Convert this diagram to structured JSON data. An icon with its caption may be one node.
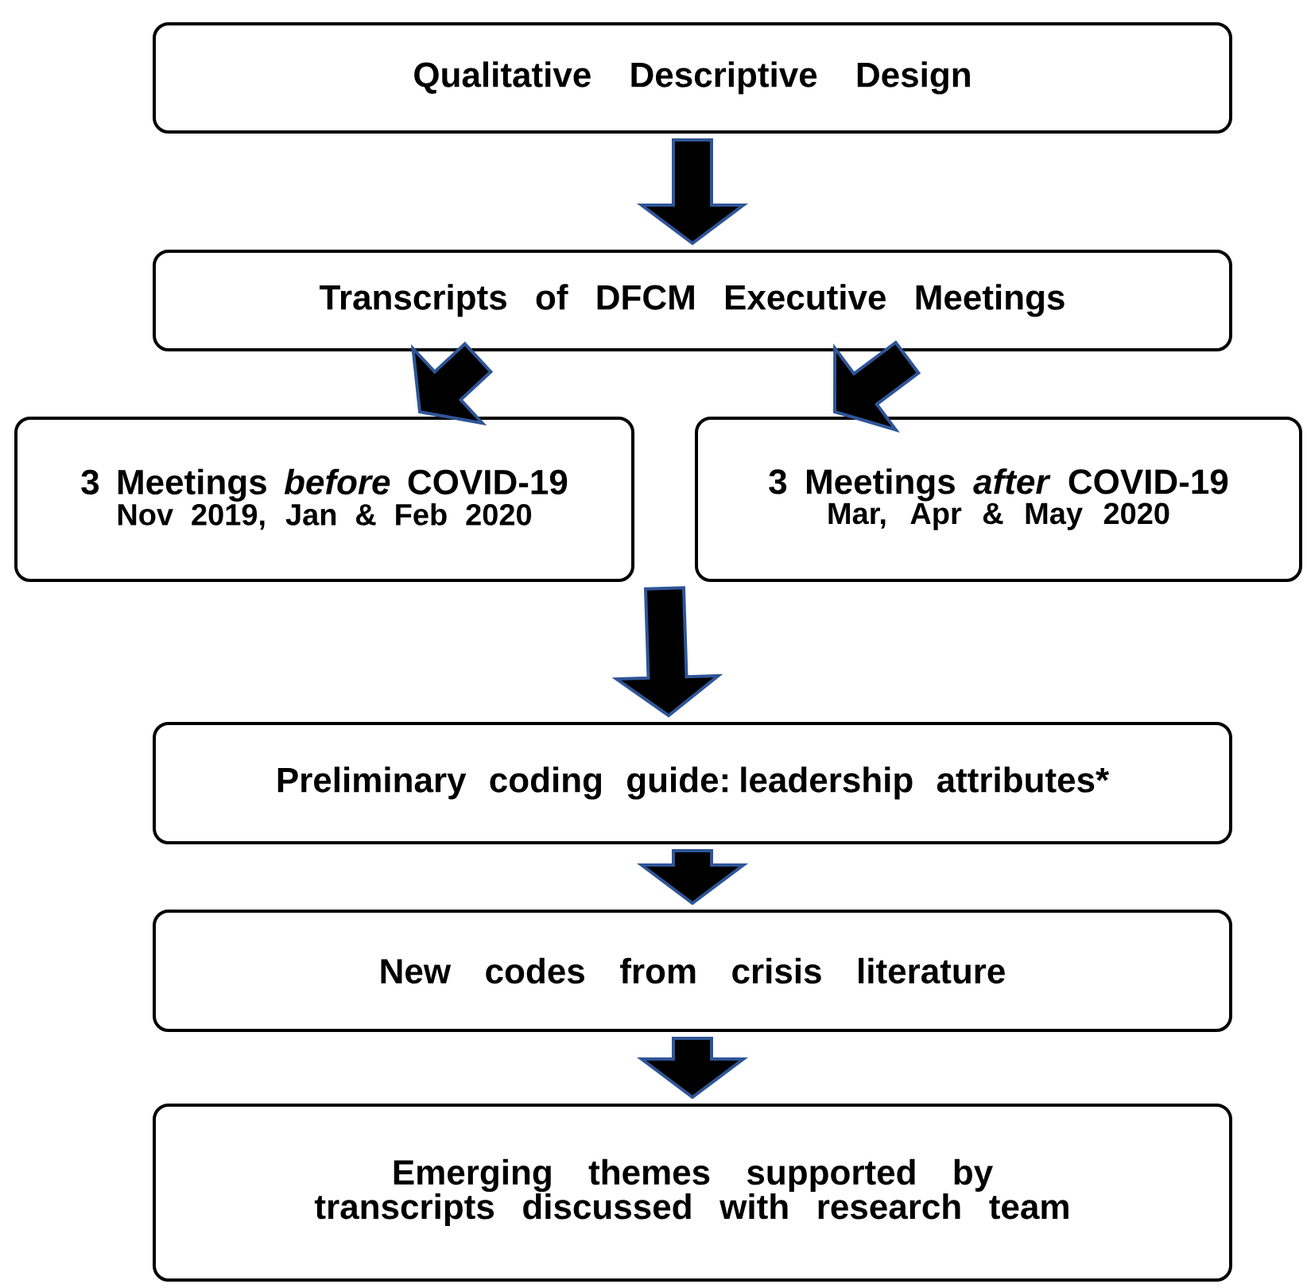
{
  "diagram": {
    "nodes": [
      {
        "text": [
          "Qualitative Descriptive Design"
        ]
      },
      {
        "text": [
          "Transcripts of DFCM Executive Meetings"
        ]
      },
      {
        "text": [
          "3 Meetings *before* COVID-19",
          "Nov 2019, Jan & Feb 2020"
        ]
      },
      {
        "text": [
          "3 Meetings *after* COVID-19",
          "Mar, Apr & May 2020"
        ]
      },
      {
        "text": [
          "Preliminary coding guide: leadership attributes*"
        ]
      },
      {
        "text": [
          "New codes from crisis literature"
        ]
      },
      {
        "text": [
          "Emerging themes supported by transcripts discussed with research team"
        ]
      }
    ],
    "edges": [
      {
        "from": 0,
        "to": 1,
        "arrow": "to"
      },
      {
        "from": 1,
        "to": 2,
        "arrow": "to"
      },
      {
        "from": 1,
        "to": 3,
        "arrow": "to"
      },
      {
        "from": 2,
        "to": 4,
        "arrow": "to"
      },
      {
        "from": 3,
        "to": 4,
        "arrow": "to"
      },
      {
        "from": 4,
        "to": 5,
        "arrow": "to"
      },
      {
        "from": 5,
        "to": 6,
        "arrow": "to"
      }
    ]
  }
}
